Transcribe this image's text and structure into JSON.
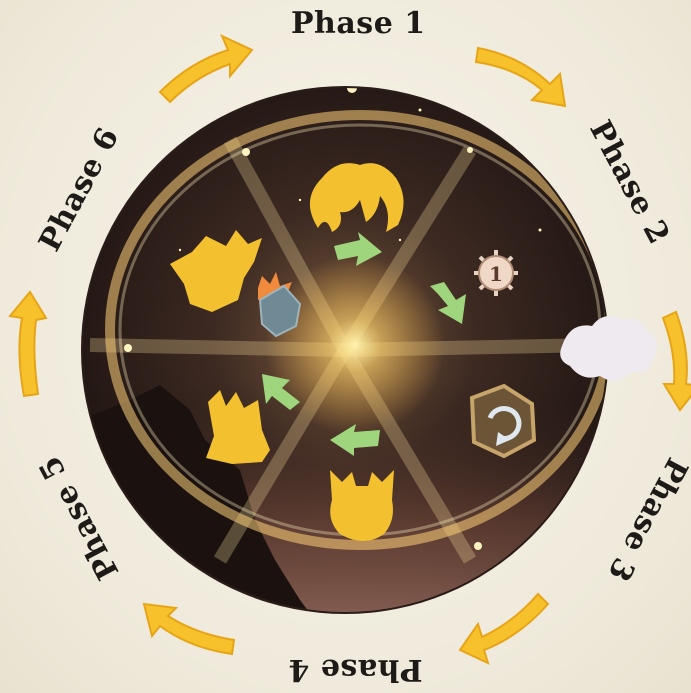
{
  "phases": {
    "p1": "Phase 1",
    "p2": "Phase 2",
    "p3": "Phase 3",
    "p4": "Phase 4",
    "p5": "Phase 5",
    "p6": "Phase 6"
  },
  "center_token_number": "1",
  "colors": {
    "background": "#f1ecdf",
    "arrow_yellow": "#f6c12b",
    "arrow_outline": "#e6a418",
    "dial_dark": "#2a1c18",
    "icon_gold": "#f3c12f",
    "icon_green": "#9fd57c",
    "text": "#1d1a17"
  }
}
